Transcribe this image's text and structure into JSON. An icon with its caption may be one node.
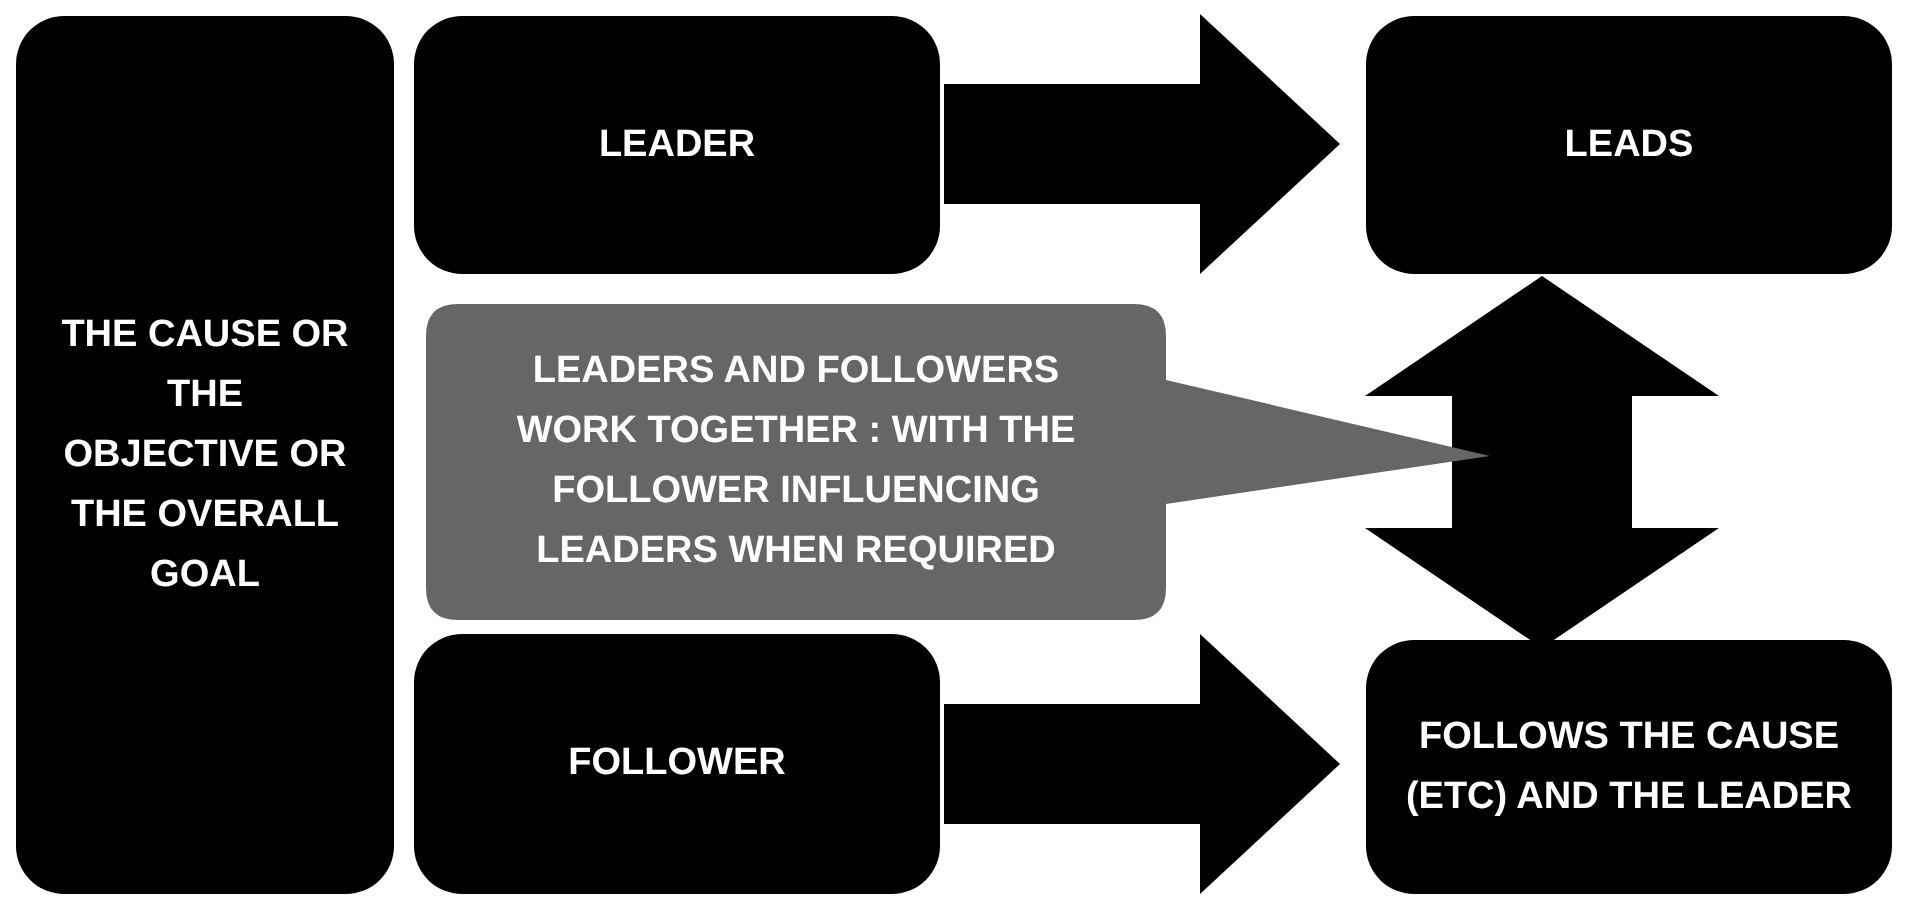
{
  "diagram": {
    "nodes": [
      {
        "text": [
          "THE CAUSE OR THE OBJECTIVE OR THE OVERALL GOAL"
        ]
      },
      {
        "text": [
          "LEADER"
        ]
      },
      {
        "text": [
          "LEADS"
        ]
      },
      {
        "text": [
          "LEADERS AND FOLLOWERS WORK TOGETHER : WITH THE FOLLOWER INFLUENCING LEADERS WHEN REQUIRED"
        ]
      },
      {
        "text": [
          "FOLLOWER"
        ]
      },
      {
        "text": [
          "FOLLOWS THE CAUSE (ETC) AND THE LEADER"
        ]
      }
    ],
    "edges": [
      {
        "from": 1,
        "to": 2,
        "arrow": "to"
      },
      {
        "from": 2,
        "to": 5,
        "arrow": "both"
      },
      {
        "from": 4,
        "to": 5,
        "arrow": "to"
      }
    ]
  }
}
